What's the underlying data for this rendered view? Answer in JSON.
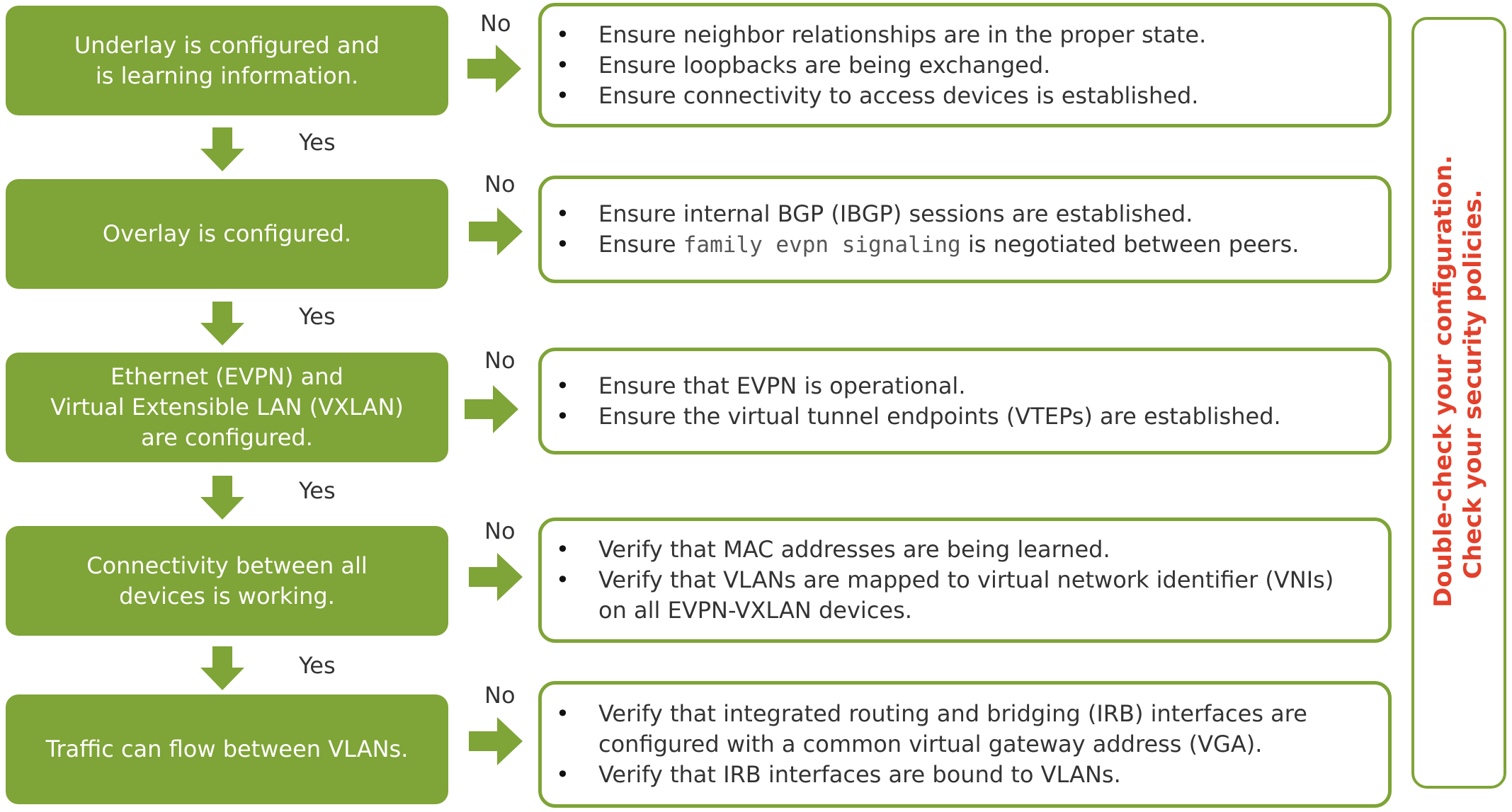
{
  "labels": {
    "no": "No",
    "yes": "Yes"
  },
  "colors": {
    "green": "#7fa437",
    "red": "#e3402b",
    "text": "#333333"
  },
  "steps": [
    {
      "text": "Underlay is configured and\nis learning information.",
      "checks": [
        "Ensure neighbor relationships are in the proper state.",
        "Ensure loopbacks are being exchanged.",
        "Ensure connectivity to access devices is established."
      ]
    },
    {
      "text": "Overlay is configured.",
      "checks": [
        "Ensure internal BGP (IBGP) sessions are established."
      ],
      "check_parts": {
        "before": "Ensure",
        "code": "family evpn signaling",
        "after": "is negotiated between peers."
      }
    },
    {
      "text": "Ethernet (EVPN) and\nVirtual Extensible LAN (VXLAN)\nare configured.",
      "checks": [
        "Ensure that EVPN is operational.",
        "Ensure the virtual tunnel endpoints (VTEPs) are established."
      ]
    },
    {
      "text": "Connectivity between all\ndevices is working.",
      "checks": [
        "Verify that MAC addresses are being learned.",
        "Verify that VLANs are mapped to virtual network identifier (VNIs) on all EVPN-VXLAN devices."
      ]
    },
    {
      "text": "Traffic can flow between VLANs.",
      "checks": [
        "Verify that integrated routing and bridging (IRB) interfaces are configured with a common virtual gateway address (VGA).",
        "Verify that IRB interfaces are bound to VLANs."
      ]
    }
  ],
  "sidebar": {
    "line1": "Double-check your configuration.",
    "line2": "Check your security policies."
  }
}
